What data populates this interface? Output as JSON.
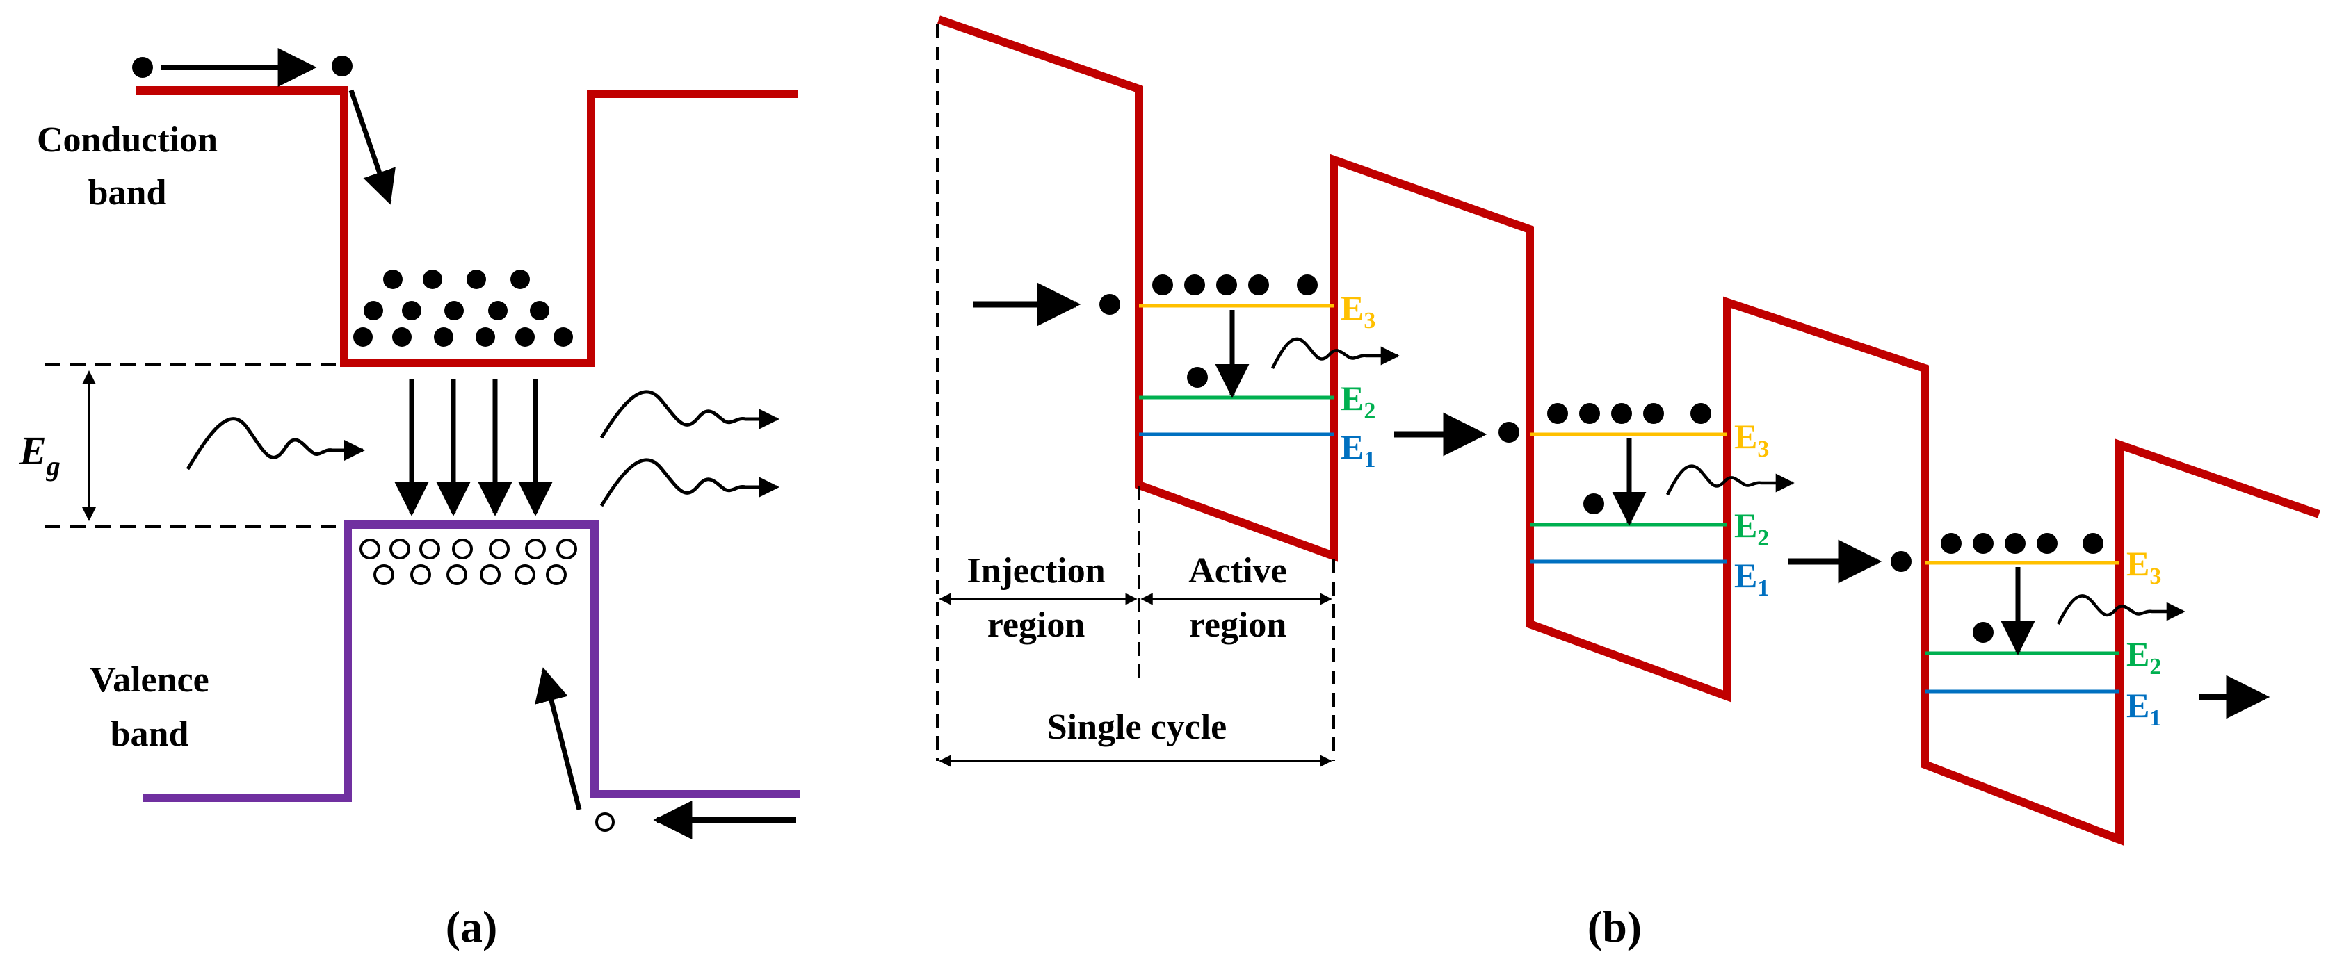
{
  "colors": {
    "band_red": "#C00000",
    "band_purple": "#7030A0",
    "level_E3": "#FFC000",
    "level_E2": "#00B050",
    "level_E1": "#0070C0",
    "ink": "#000000"
  },
  "panel_a": {
    "caption": "(a)",
    "conduction_label": [
      "Conduction",
      "band"
    ],
    "valence_label": [
      "Valence",
      "band"
    ],
    "gap_symbol": "E",
    "gap_subscript": "g"
  },
  "panel_b": {
    "caption": "(b)",
    "injection_label": [
      "Injection",
      "region"
    ],
    "active_label": [
      "Active",
      "region"
    ],
    "cycle_label": "Single cycle",
    "level_symbol": "E",
    "level_subscripts": [
      "3",
      "2",
      "1"
    ]
  }
}
